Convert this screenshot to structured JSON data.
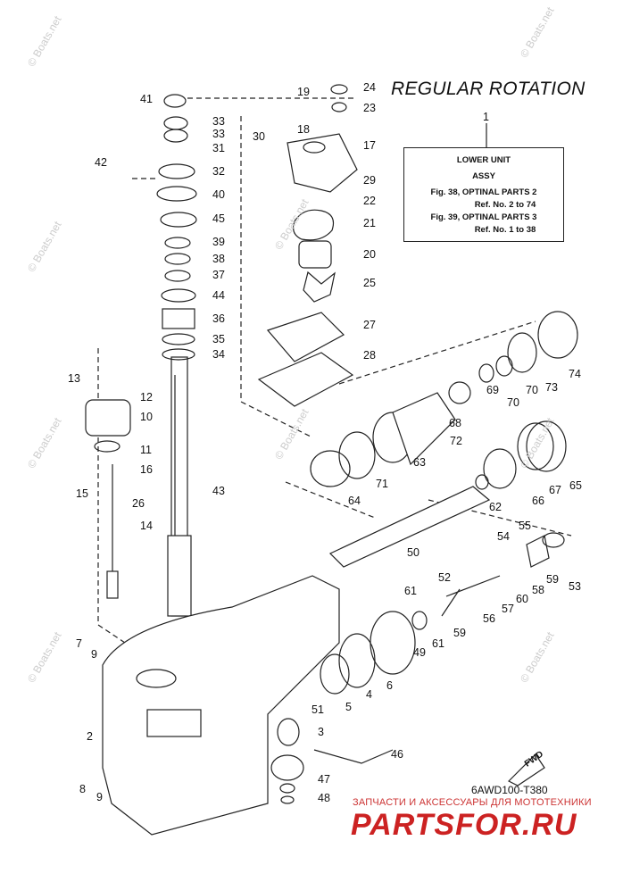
{
  "title": "REGULAR ROTATION",
  "legend": {
    "number": "1",
    "lines": [
      "LOWER UNIT",
      "ASSY",
      "Fig. 38, OPTINAL PARTS 2",
      "Ref. No. 2 to 74",
      "Fig. 39, OPTINAL PARTS 3",
      "Ref. No. 1 to 38"
    ]
  },
  "diagram_code": "6AWD100-T380",
  "footer_text": "ЗАПЧАСТИ И АКСЕССУАРЫ ДЛЯ МОТОТЕХНИКИ",
  "brand": "PARTSFOR.RU",
  "watermark": "© Boats.net",
  "fwd_label": "FWD",
  "callouts": [
    "41",
    "33",
    "33",
    "31",
    "32",
    "40",
    "45",
    "39",
    "38",
    "37",
    "44",
    "36",
    "35",
    "34",
    "42",
    "19",
    "24",
    "23",
    "18",
    "30",
    "17",
    "29",
    "22",
    "21",
    "20",
    "25",
    "27",
    "28",
    "13",
    "12",
    "10",
    "11",
    "16",
    "15",
    "14",
    "26",
    "43",
    "72",
    "63",
    "64",
    "71",
    "69",
    "70",
    "70",
    "73",
    "74",
    "68",
    "62",
    "66",
    "67",
    "65",
    "55",
    "54",
    "53",
    "59",
    "58",
    "60",
    "57",
    "56",
    "59",
    "61",
    "61",
    "52",
    "49",
    "50",
    "7",
    "9",
    "6",
    "4",
    "5",
    "51",
    "3",
    "46",
    "47",
    "48",
    "2",
    "8",
    "9"
  ]
}
